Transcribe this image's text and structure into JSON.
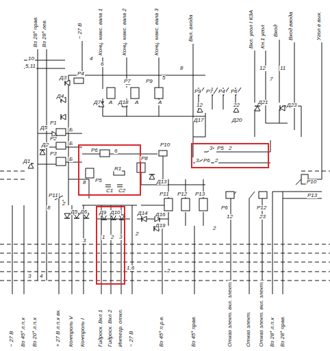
{
  "diagram": {
    "nodes": [
      {
        "text": [
          "Р6",
          "Р5",
          "R1",
          "С1",
          "С2",
          "6",
          "8"
        ]
      },
      {
        "text": [
          "3",
          "Р5",
          "2",
          "3",
          "Р6",
          "2"
        ]
      },
      {
        "text": [
          "Д9",
          "Д10",
          "1",
          "2",
          "3"
        ]
      }
    ],
    "labels": [
      "Вз 28° прав.",
      "Вз 28° лев.",
      "− 27 В",
      "Конц. макс. вала 1",
      "Конц. макс. вала 2",
      "Конц. макс. вала 3",
      "Вкл. входа",
      "Вкл. угол I КЗА",
      "Кн.1 угол",
      "Вход",
      "Вход ввода",
      "Угол в вых.",
      "− 27 В",
      "Вз 45° л.п.х",
      "Вз 20° л.п.х",
      "+ 27 В л.п.х вх.",
      "Контроль V",
      "Контроль I",
      "Гидросх. Вкл 1",
      "Гидросх. Вкл 2",
      "Интегр. откл.",
      "− 27 В",
      "Вз 45° п.р.в.",
      "Вз 45° прав.",
      "Отказ злект. вкл. злект.",
      "Отказ злект.",
      "Отказ злект. вкл. злект.",
      "Вз 28° л.п.х",
      "Вз 28° прав.",
      "10",
      "5,11",
      "4",
      "6",
      "11",
      "5",
      "8",
      "12",
      "7",
      "11",
      "Р4",
      "Д3",
      "Д4",
      "Д5",
      "Д2",
      "Д1",
      "Р1",
      "Р2",
      "Р3",
      "Б",
      "Б",
      "Б",
      "Д7",
      "Р7",
      "Д18",
      "Р9",
      "А",
      "А",
      "А",
      "Р9",
      "Р7",
      "Р4",
      "Р6",
      "12",
      "22",
      "Д17",
      "Д20",
      "Д21",
      "Д23",
      "Р10",
      "Р8",
      "Д13",
      "Р11",
      "Р12",
      "Р13",
      "Д14",
      "Д16",
      "Д19",
      "Р11",
      "2",
      "8",
      "Д6",
      "Д5",
      "Р6",
      "12",
      "Р12",
      "23",
      "Р10",
      "Р13",
      "3",
      "4",
      "1,6",
      "2",
      "3",
      "2",
      "2"
    ]
  }
}
